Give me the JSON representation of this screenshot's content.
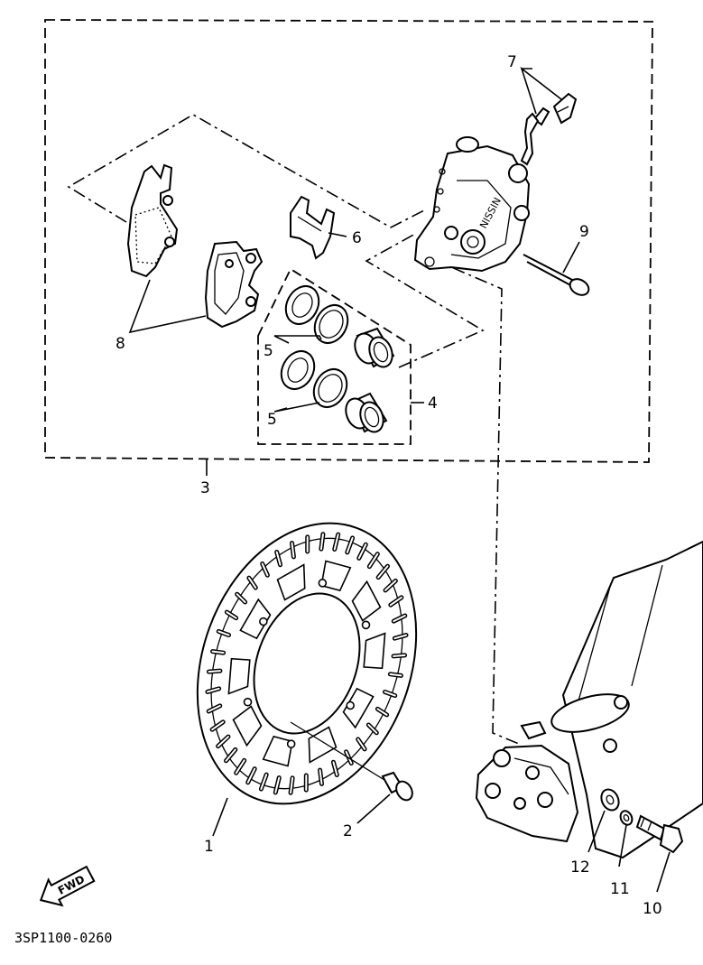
{
  "callouts": {
    "c1": "1",
    "c2": "2",
    "c3": "3",
    "c4": "4",
    "c5a": "5",
    "c5b": "5",
    "c6": "6",
    "c7": "7",
    "c8": "8",
    "c9": "9",
    "c10": "10",
    "c11": "11",
    "c12": "12"
  },
  "fwd_label": "FWD",
  "diagram_code": "3SP1100-0260",
  "caliper_brand": "NISSIN"
}
